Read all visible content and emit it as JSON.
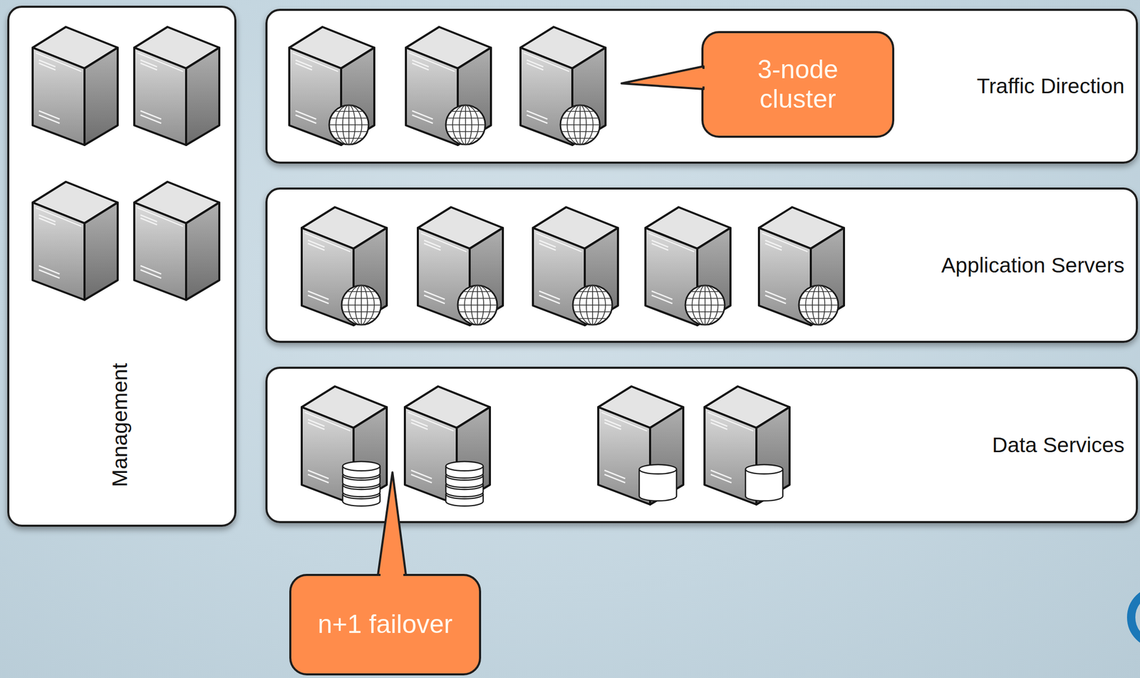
{
  "diagram": {
    "nodes": [
      {
        "text": [
          "Management"
        ]
      },
      {
        "text": [
          "Traffic Direction"
        ]
      },
      {
        "text": [
          "3-node cluster"
        ],
        "in": 1
      },
      {
        "text": [
          "Application Servers"
        ]
      },
      {
        "text": [
          "Data Services"
        ]
      },
      {
        "text": [
          "n+1 failover"
        ]
      }
    ]
  }
}
